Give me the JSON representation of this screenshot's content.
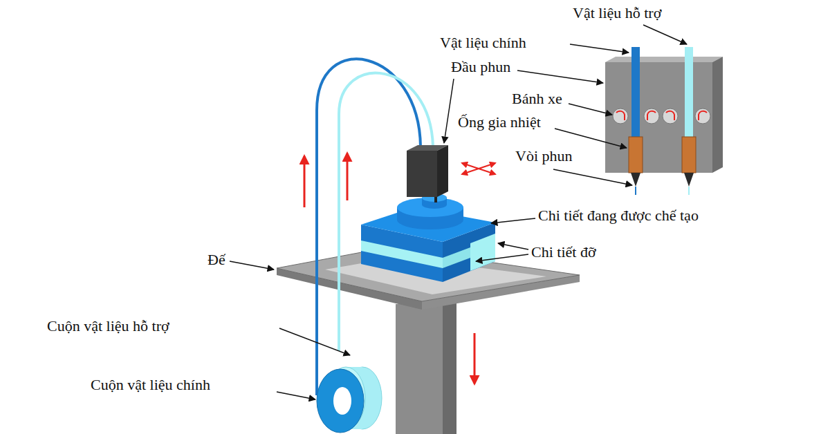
{
  "diagram": {
    "labels": [
      "Vật liệu hỗ trợ",
      "Vật liệu chính",
      "Đầu phun",
      "Bánh xe",
      "Ống gia nhiệt",
      "Vòi phun",
      "Chi tiết đang được chế tạo",
      "Chi tiết đỡ",
      "Đế",
      "Cuộn vật liệu hỗ trợ",
      "Cuộn vật liệu chính"
    ]
  }
}
